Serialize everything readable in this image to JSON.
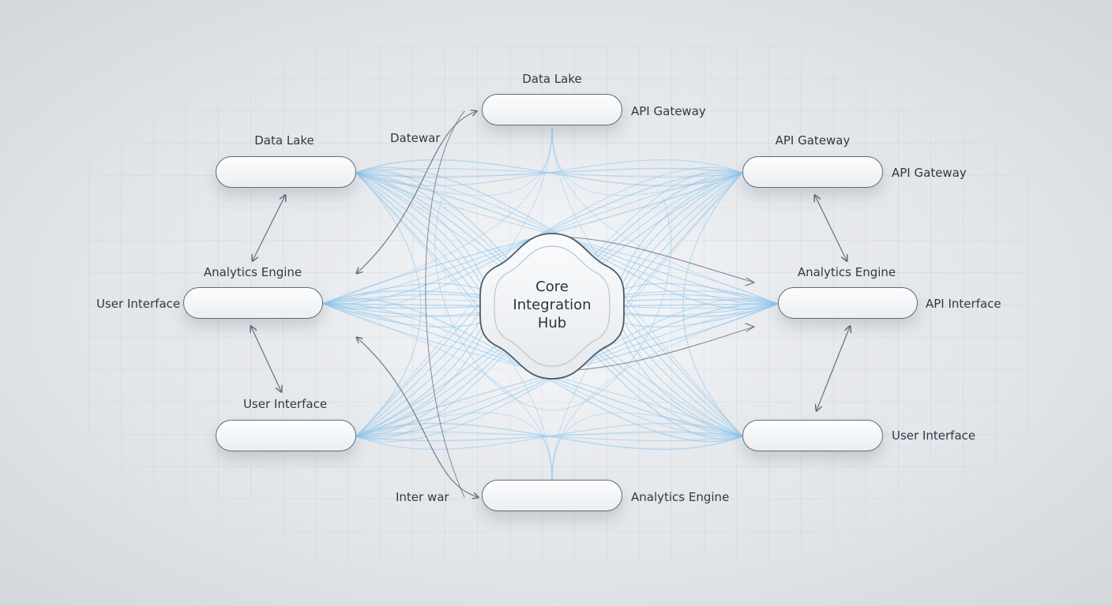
{
  "hub": {
    "line1": "Core",
    "line2": "Integration",
    "line3": "Hub"
  },
  "nodes": {
    "top": {
      "above": "Data Lake",
      "right": "API Gateway"
    },
    "top_left": {
      "above": "Data Lake"
    },
    "top_right": {
      "above": "API Gateway",
      "right": "API Gateway"
    },
    "mid_left": {
      "above": "Analytics Engine",
      "left": "User Interface"
    },
    "mid_right": {
      "above": "Analytics Engine",
      "right": "API Interface"
    },
    "bottom_left": {
      "above": "User Interface"
    },
    "bottom_right": {
      "right": "User Interface"
    },
    "bottom": {
      "right": "Analytics Engine"
    }
  },
  "edge_labels": {
    "upper_left": "Datewar",
    "lower_left": "Inter war"
  },
  "colors": {
    "glow_line": "#8ec6ee",
    "arrow_line": "#5d6b7c",
    "node_border": "#5f6b78",
    "text": "#2f3944"
  }
}
